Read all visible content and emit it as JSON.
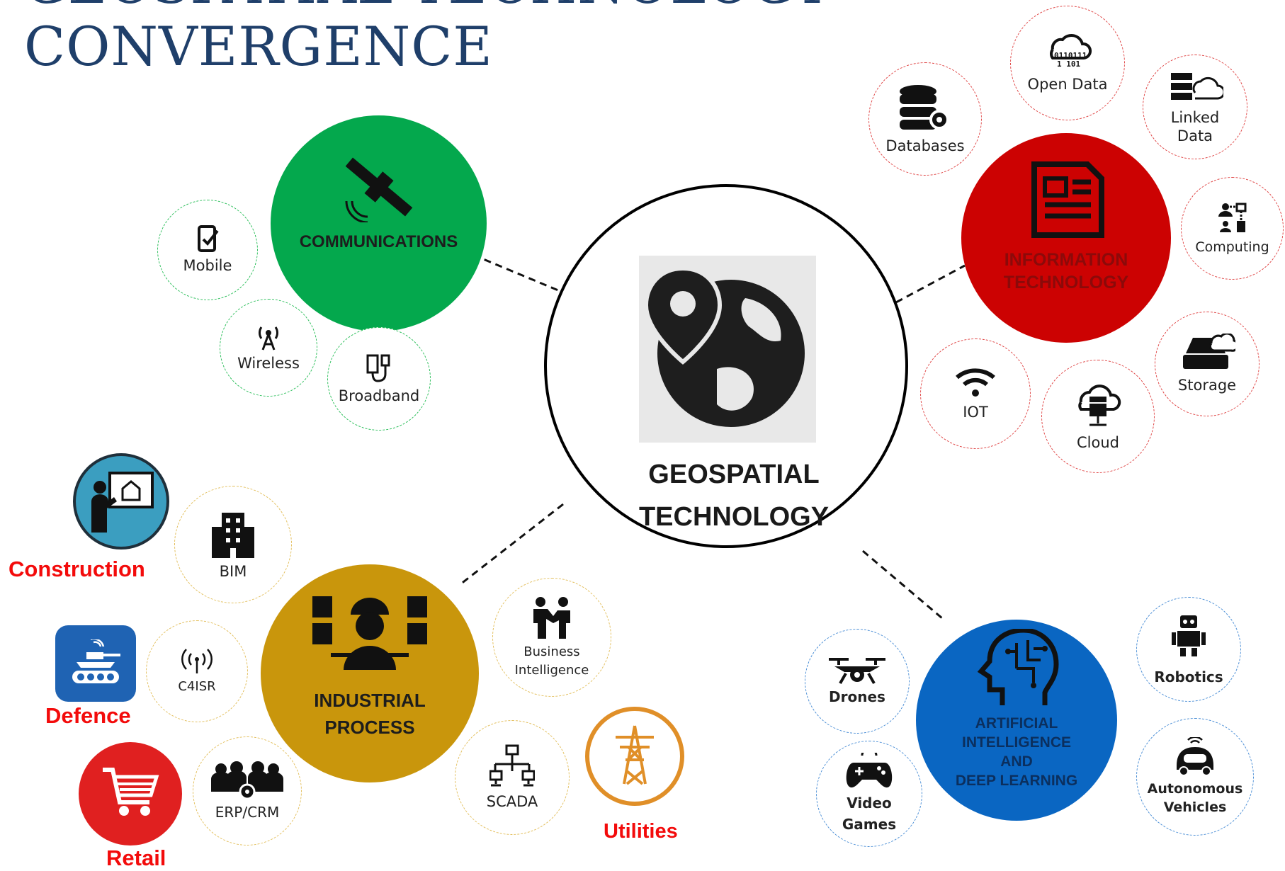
{
  "title": {
    "line1": "GEOSPATIAL TECHNOLOGY",
    "line2": "CONVERGENCE"
  },
  "center": {
    "label": "GEOSPATIAL\nTECHNOLOGY",
    "icon": "globe-pin-icon"
  },
  "colors": {
    "communications": "#04a84d",
    "information_technology": "#cc0202",
    "industrial_process": "#c9960c",
    "ai": "#0a66c2",
    "sector_label": "#f30b0b",
    "title": "#1f3f6a"
  },
  "hubs": {
    "communications": {
      "label": "COMMUNICATIONS",
      "icon": "satellite-icon"
    },
    "information_technology": {
      "label": "INFORMATION\nTECHNOLOGY",
      "icon": "document-icon"
    },
    "industrial_process": {
      "label": "INDUSTRIAL\nPROCESS",
      "icon": "worker-monitors-icon"
    },
    "ai": {
      "label": "ARTIFICIAL\nINTELLIGENCE\nAND\nDEEP LEARNING",
      "icon": "brain-circuit-icon"
    }
  },
  "communications_items": [
    {
      "label": "Mobile",
      "icon": "mobile-icon"
    },
    {
      "label": "Wireless",
      "icon": "antenna-icon"
    },
    {
      "label": "Broadband",
      "icon": "cable-icon"
    }
  ],
  "it_items": [
    {
      "label": "Databases",
      "icon": "database-icon"
    },
    {
      "label": "Open Data",
      "icon": "binary-cloud-icon"
    },
    {
      "label": "Linked\nData",
      "icon": "server-cloud-icon"
    },
    {
      "label": "Computing",
      "icon": "computing-icon"
    },
    {
      "label": "Storage",
      "icon": "storage-icon"
    },
    {
      "label": "Cloud",
      "icon": "cloud-server-icon"
    },
    {
      "label": "IOT",
      "icon": "wifi-icon"
    }
  ],
  "industrial_items": [
    {
      "label": "BIM",
      "icon": "building-icon"
    },
    {
      "label": "Business\nIntelligence",
      "icon": "handshake-icon"
    },
    {
      "label": "C4ISR",
      "icon": "signal-icon"
    },
    {
      "label": "SCADA",
      "icon": "network-icon"
    },
    {
      "label": "ERP/CRM",
      "icon": "team-gear-icon"
    }
  ],
  "ai_items": [
    {
      "label": "Drones",
      "icon": "drone-icon"
    },
    {
      "label": "Video\nGames",
      "icon": "gamepad-icon"
    },
    {
      "label": "Robotics",
      "icon": "robot-icon"
    },
    {
      "label": "Autonomous\nVehicles",
      "icon": "autonomous-car-icon"
    }
  ],
  "sectors": [
    {
      "label": "Construction",
      "icon": "construction-icon",
      "color": "#3b9ec0"
    },
    {
      "label": "Defence",
      "icon": "tank-icon",
      "color": "#1f63b3"
    },
    {
      "label": "Retail",
      "icon": "shopping-cart-icon",
      "color": "#e02020"
    },
    {
      "label": "Utilities",
      "icon": "power-tower-icon",
      "color": "#e08f28"
    }
  ]
}
